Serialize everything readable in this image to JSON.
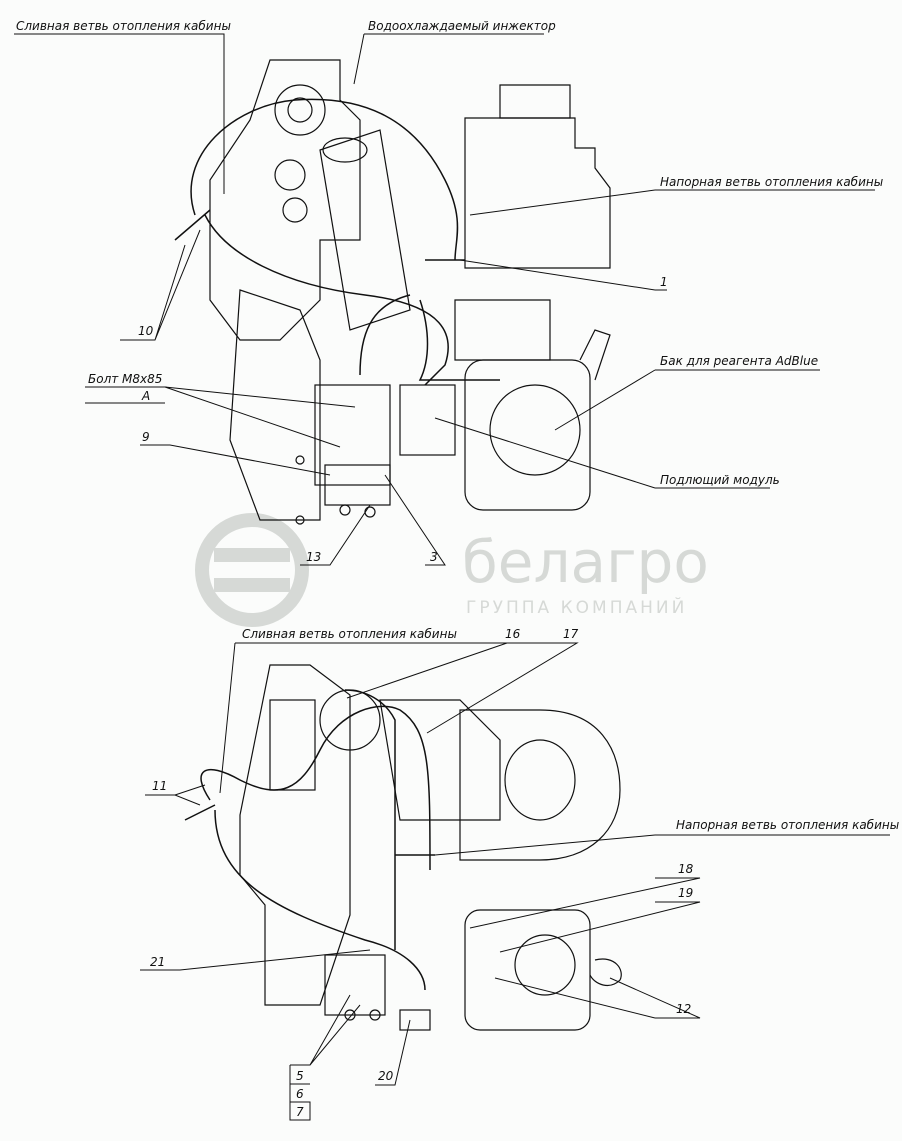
{
  "top_view": {
    "labels": {
      "drain_branch": "Сливная ветвь отопления кабины",
      "water_cooled_injector": "Водоохлаждаемый инжектор",
      "pressure_branch": "Напорная ветвь отопления кабины",
      "adblue_tank": "Бак для реагента AdBlue",
      "supply_module": "Подлющий модуль",
      "bolt": "Болт М8х85",
      "view_a": "А"
    },
    "callouts": [
      "1",
      "10",
      "9",
      "13",
      "3"
    ]
  },
  "bottom_view": {
    "labels": {
      "drain_branch": "Сливная ветвь отопления кабины",
      "pressure_branch": "Напорная ветвь отопления кабины"
    },
    "callouts": [
      "16",
      "17",
      "11",
      "18",
      "19",
      "21",
      "12",
      "5",
      "6",
      "7",
      "20"
    ]
  },
  "watermark": {
    "brand": "белагро",
    "subtitle": "ГРУППА КОМПАНИЙ"
  }
}
